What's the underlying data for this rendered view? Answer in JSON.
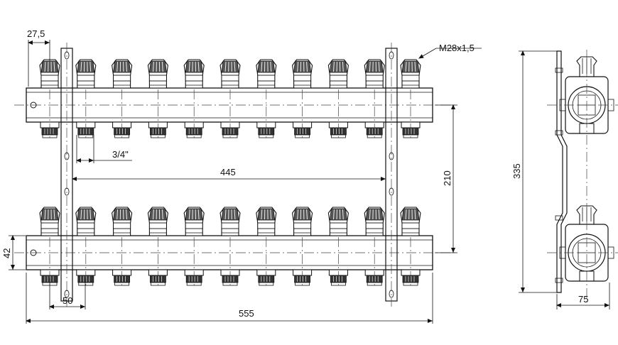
{
  "diagram": {
    "dimensions": {
      "valve_spacing_edge": "27,5",
      "thread": "M28x1,5",
      "outlet_thread": "3/4\"",
      "bracket_spacing": "445",
      "pipe_spacing": "210",
      "pipe_height": "42",
      "end_offset": "50",
      "overall_length": "555",
      "side_height": "335",
      "side_depth": "75"
    },
    "outlets_per_bar": 11
  }
}
